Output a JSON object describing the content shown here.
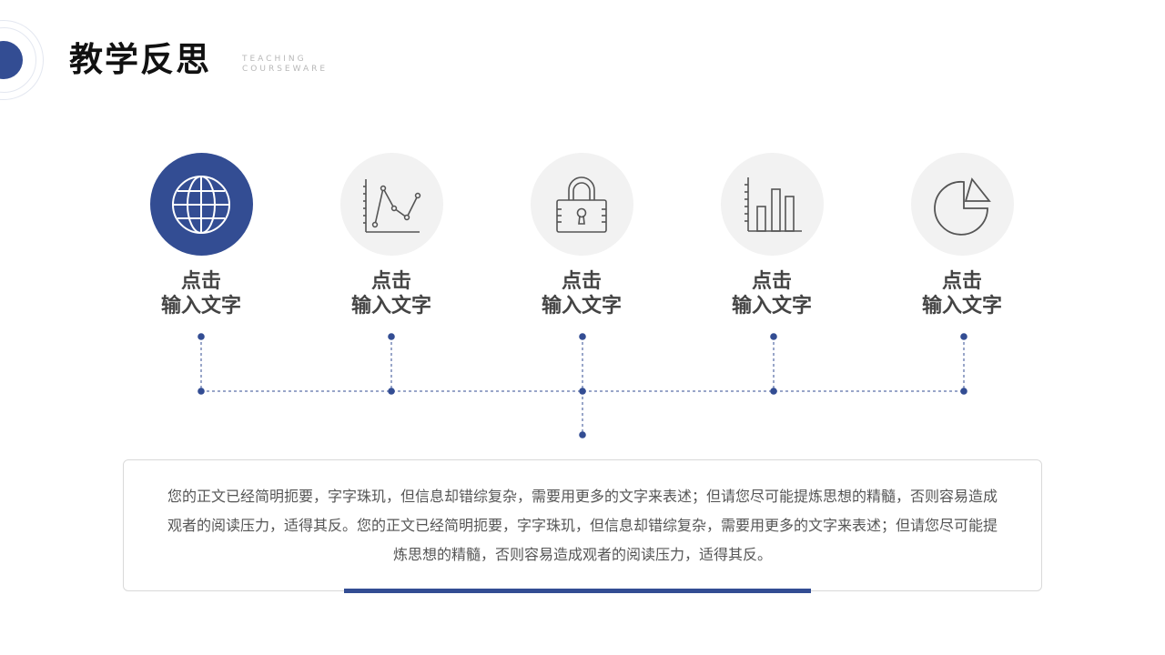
{
  "header": {
    "title": "教学反思",
    "subtitle_line1": "TEACHING",
    "subtitle_line2": "COURSEWARE"
  },
  "colors": {
    "accent": "#334d93",
    "circle_bg": "#f2f2f2",
    "icon_stroke": "#555555"
  },
  "items": [
    {
      "icon": "globe-icon",
      "line1": "点击",
      "line2": "输入文字",
      "active": true
    },
    {
      "icon": "line-chart-icon",
      "line1": "点击",
      "line2": "输入文字",
      "active": false
    },
    {
      "icon": "lock-icon",
      "line1": "点击",
      "line2": "输入文字",
      "active": false
    },
    {
      "icon": "bar-chart-icon",
      "line1": "点击",
      "line2": "输入文字",
      "active": false
    },
    {
      "icon": "pie-chart-icon",
      "line1": "点击",
      "line2": "输入文字",
      "active": false
    }
  ],
  "content": {
    "body": "您的正文已经简明扼要，字字珠玑，但信息却错综复杂，需要用更多的文字来表述；但请您尽可能提炼思想的精髓，否则容易造成观者的阅读压力，适得其反。您的正文已经简明扼要，字字珠玑，但信息却错综复杂，需要用更多的文字来表述；但请您尽可能提炼思想的精髓，否则容易造成观者的阅读压力，适得其反。"
  }
}
